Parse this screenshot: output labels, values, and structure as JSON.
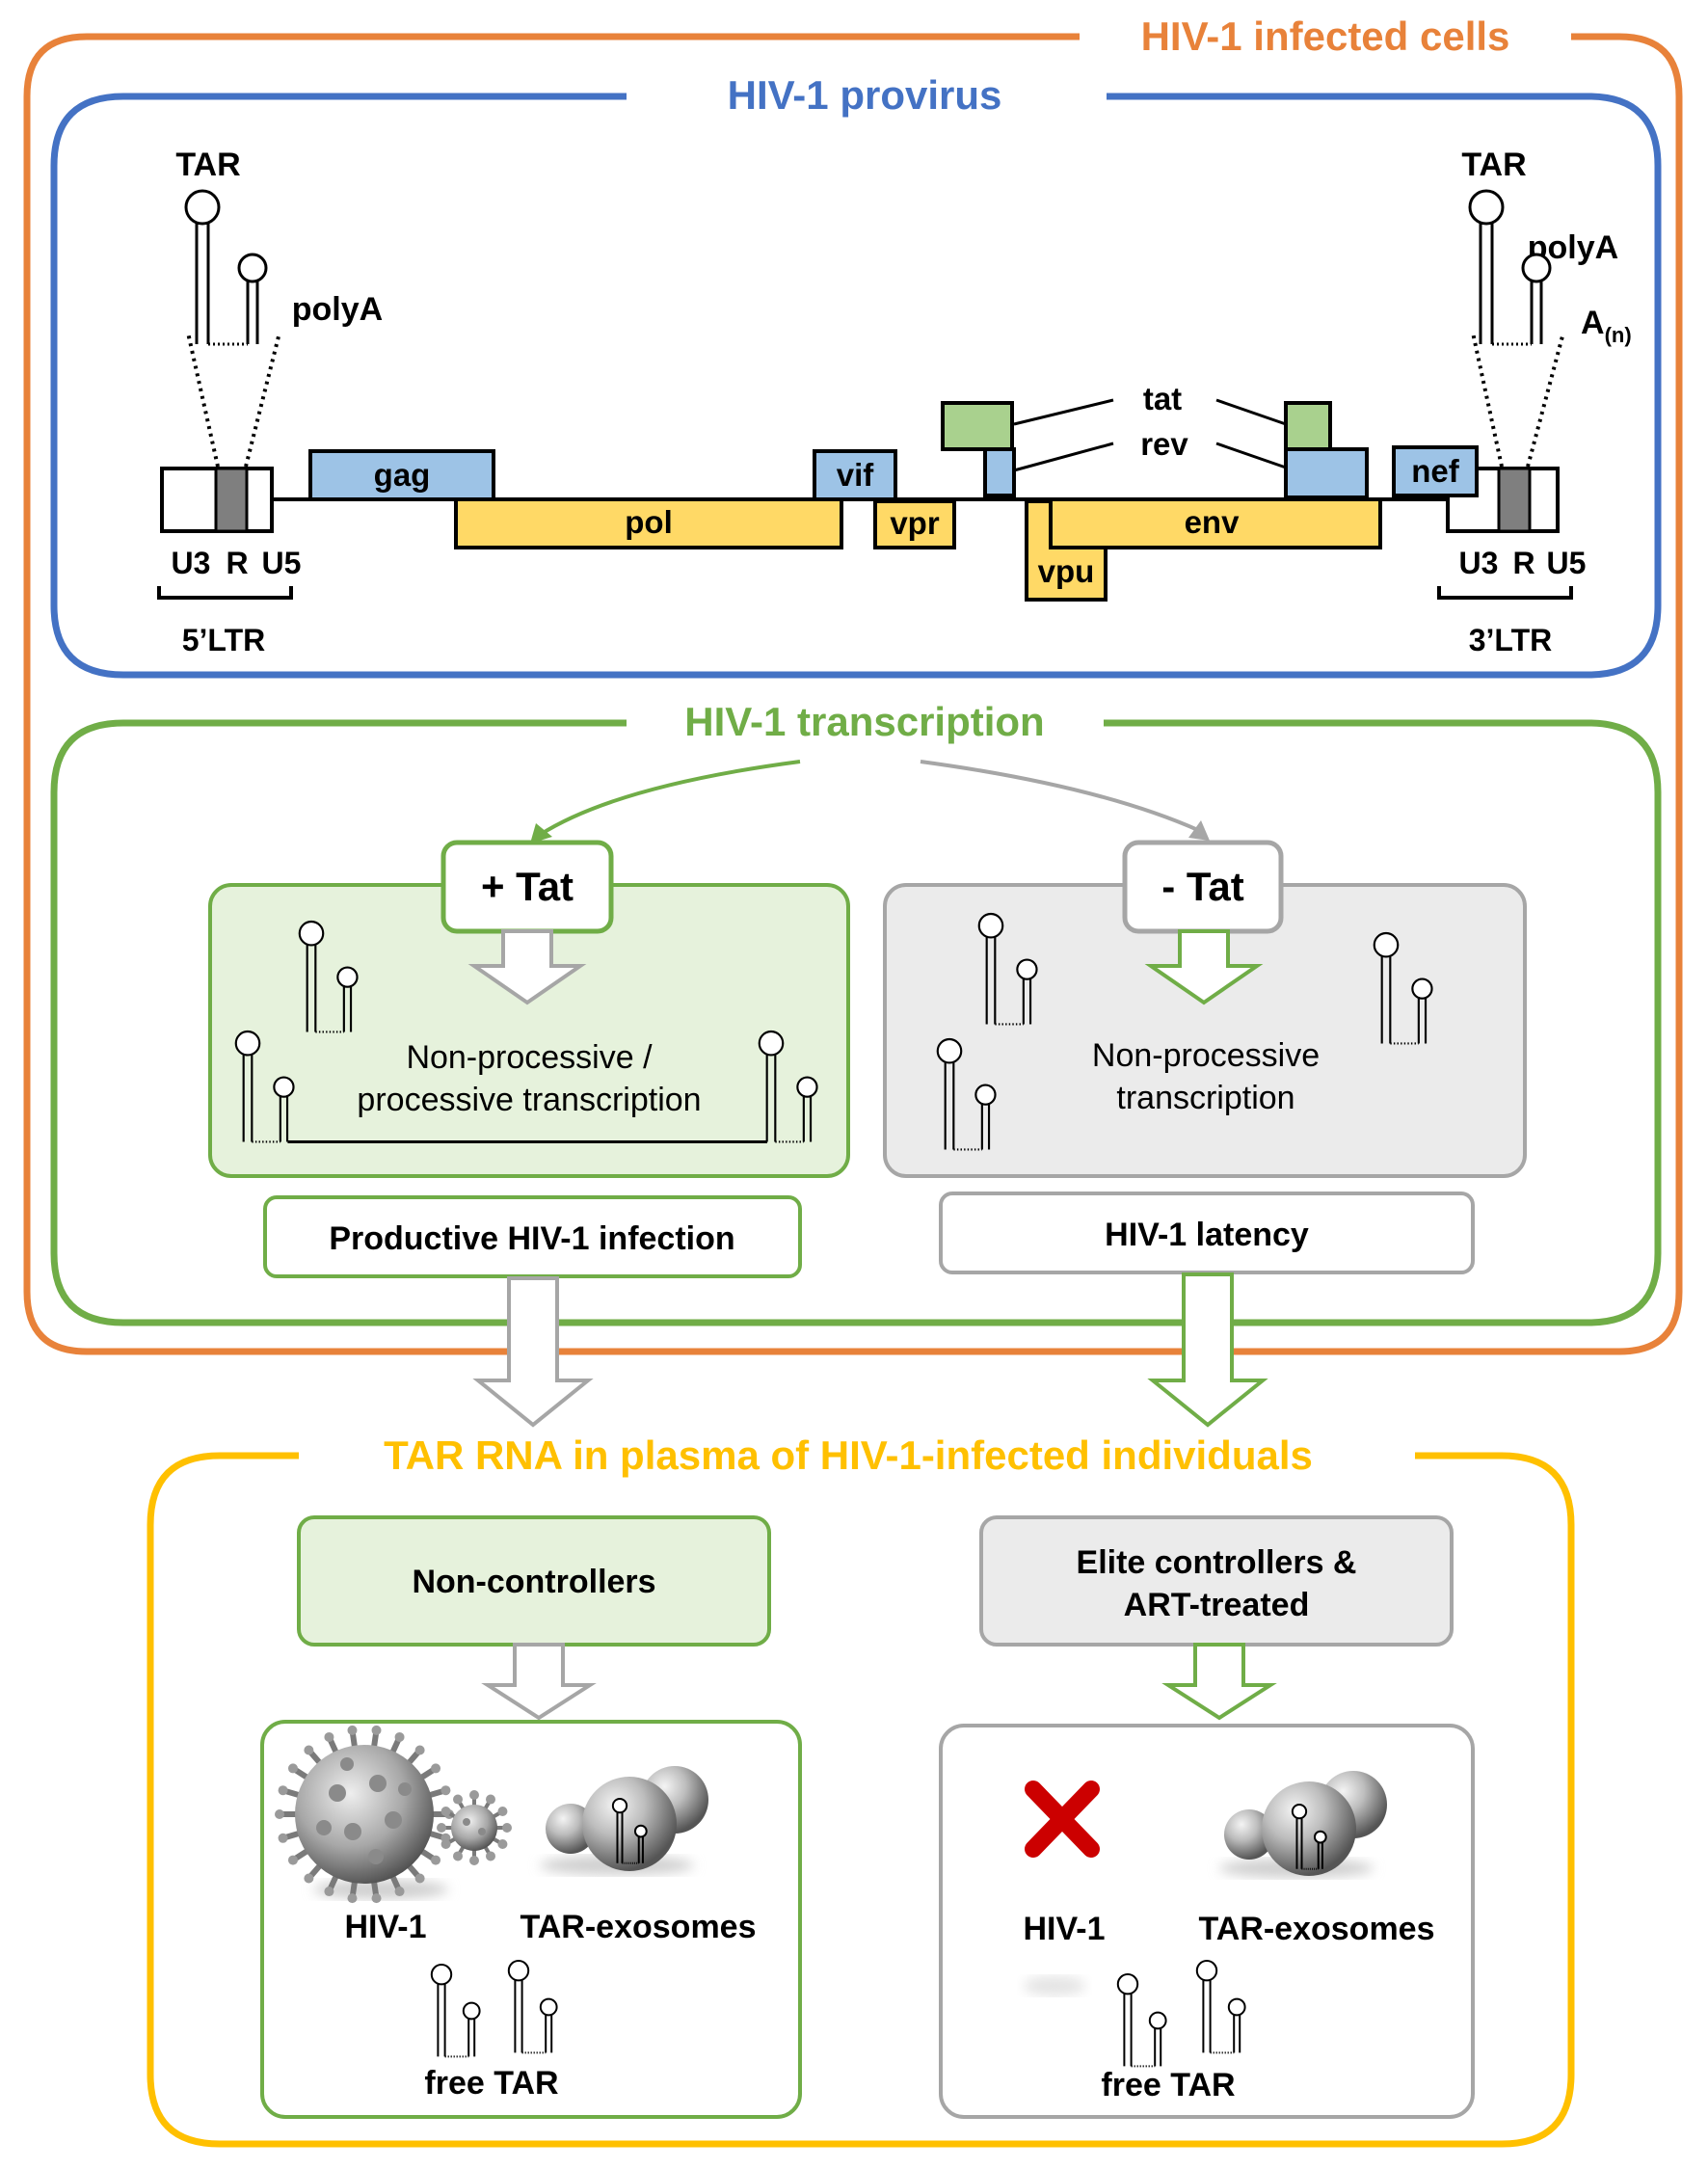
{
  "colors": {
    "orange": "#E8823A",
    "blue": "#4472C4",
    "green": "#70AD47",
    "yellow": "#FFC000",
    "gene_blue": "#9DC3E6",
    "gene_yellow": "#FFD966",
    "gene_green": "#A9D18E",
    "light_green": "#E6F2DC",
    "light_gray": "#EBEBEB",
    "gray": "#A6A6A6",
    "red_cross": "#CC0000"
  },
  "sections": {
    "infected_cells": "HIV-1 infected cells",
    "provirus": "HIV-1 provirus",
    "transcription": "HIV-1 transcription",
    "plasma": "TAR RNA in plasma of HIV-1-infected individuals"
  },
  "provirus": {
    "tar_left": "TAR",
    "polya_left": "polyA",
    "tar_right": "TAR",
    "polya_right": "polyA",
    "an_main": "A",
    "an_sub": "(n)",
    "genes": {
      "gag": "gag",
      "pol": "pol",
      "vif": "vif",
      "vpr": "vpr",
      "tat": "tat",
      "rev": "rev",
      "vpu": "vpu",
      "env": "env",
      "nef": "nef"
    },
    "ltr_left": {
      "u3": "U3",
      "r": "R",
      "u5": "U5",
      "name": "5’LTR"
    },
    "ltr_right": {
      "u3": "U3",
      "r": "R",
      "u5": "U5",
      "name": "3’LTR"
    }
  },
  "transcription": {
    "plus_tat": "+ Tat",
    "minus_tat": "- Tat",
    "left_text_1": "Non-processive /",
    "left_text_2": "processive  transcription",
    "right_text_1": "Non-processive",
    "right_text_2": "transcription",
    "left_outcome": "Productive HIV-1 infection",
    "right_outcome": "HIV-1 latency"
  },
  "plasma": {
    "left_group": "Non-controllers",
    "right_group_1": "Elite controllers &",
    "right_group_2": "ART-treated",
    "left_hiv": "HIV-1",
    "left_exo": "TAR-exosomes",
    "left_free": "free TAR",
    "right_hiv": "HIV-1",
    "right_exo": "TAR-exosomes",
    "right_free": "free TAR"
  }
}
